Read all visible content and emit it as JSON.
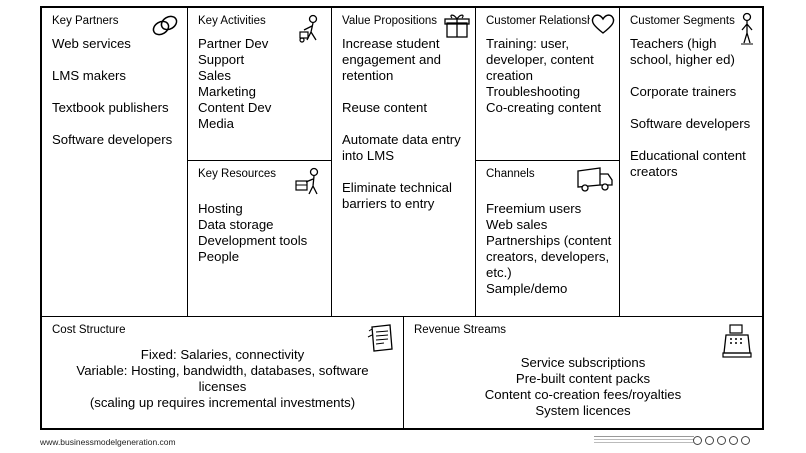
{
  "key_partners": {
    "title": "Key Partners",
    "items": [
      "Web services",
      "LMS makers",
      "Textbook publishers",
      "Software developers"
    ],
    "icon": "chain-link-icon"
  },
  "key_activities": {
    "title": "Key Activities",
    "items": [
      "Partner Dev",
      "Support",
      "Sales",
      "Marketing",
      "Content Dev",
      "Media"
    ],
    "icon": "person-with-wheelbarrow-icon"
  },
  "key_resources": {
    "title": "Key Resources",
    "items": [
      "Hosting",
      "Data storage",
      "Development tools",
      "People"
    ],
    "icon": "worker-lifting-box-icon"
  },
  "value_propositions": {
    "title": "Value Propositions",
    "items": [
      "Increase student engagement and retention",
      "Reuse content",
      "Automate data entry into LMS",
      "Eliminate technical barriers to entry"
    ],
    "icon": "gift-box-icon"
  },
  "customer_relationships": {
    "title": "Customer Relationships",
    "items": [
      "Training: user, developer, content creation",
      "Troubleshooting",
      "Co-creating content"
    ],
    "icon": "heart-icon"
  },
  "channels": {
    "title": "Channels",
    "items": [
      "Freemium users",
      "Web sales",
      "Partnerships (content creators, developers, etc.)",
      "Sample/demo"
    ],
    "icon": "delivery-truck-icon"
  },
  "customer_segments": {
    "title": "Customer Segments",
    "items": [
      "Teachers (high school, higher ed)",
      "Corporate trainers",
      "Software developers",
      "Educational content creators"
    ],
    "icon": "standing-person-icon"
  },
  "cost_structure": {
    "title": "Cost Structure",
    "lines": [
      "Fixed: Salaries, connectivity",
      "Variable: Hosting, bandwidth, databases, software licenses",
      "(scaling up requires incremental investments)"
    ],
    "icon": "price-tag-icon"
  },
  "revenue_streams": {
    "title": "Revenue Streams",
    "lines": [
      "Service subscriptions",
      "Pre-built content packs",
      "Content co-creation fees/royalties",
      "System licences"
    ],
    "icon": "cash-register-icon"
  },
  "footer": {
    "url": "www.businessmodelgeneration.com"
  }
}
